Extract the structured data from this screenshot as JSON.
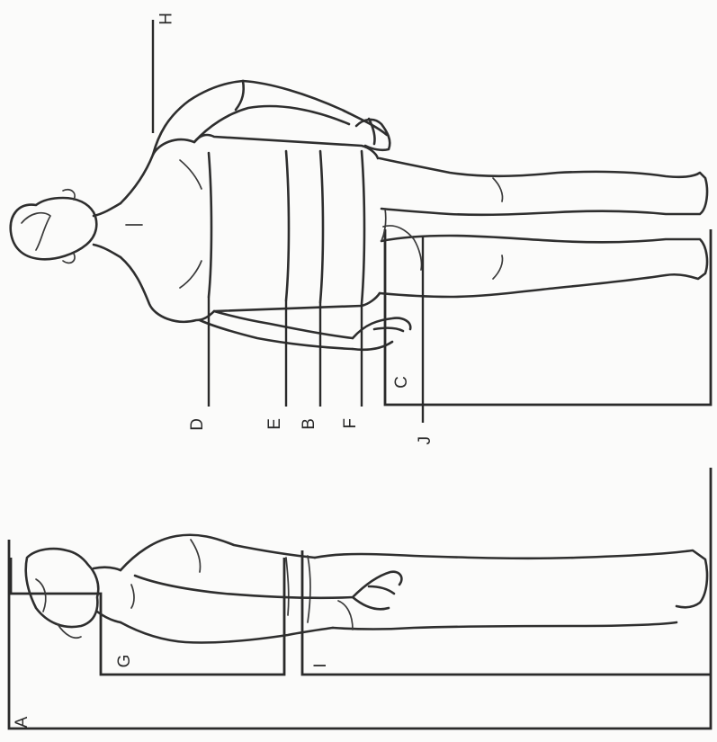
{
  "figure": {
    "callouts": {
      "A": "A",
      "B": "B",
      "C": "C",
      "D": "D",
      "E": "E",
      "F": "F",
      "G": "G",
      "H": "H",
      "I": "I",
      "J": "J"
    }
  }
}
